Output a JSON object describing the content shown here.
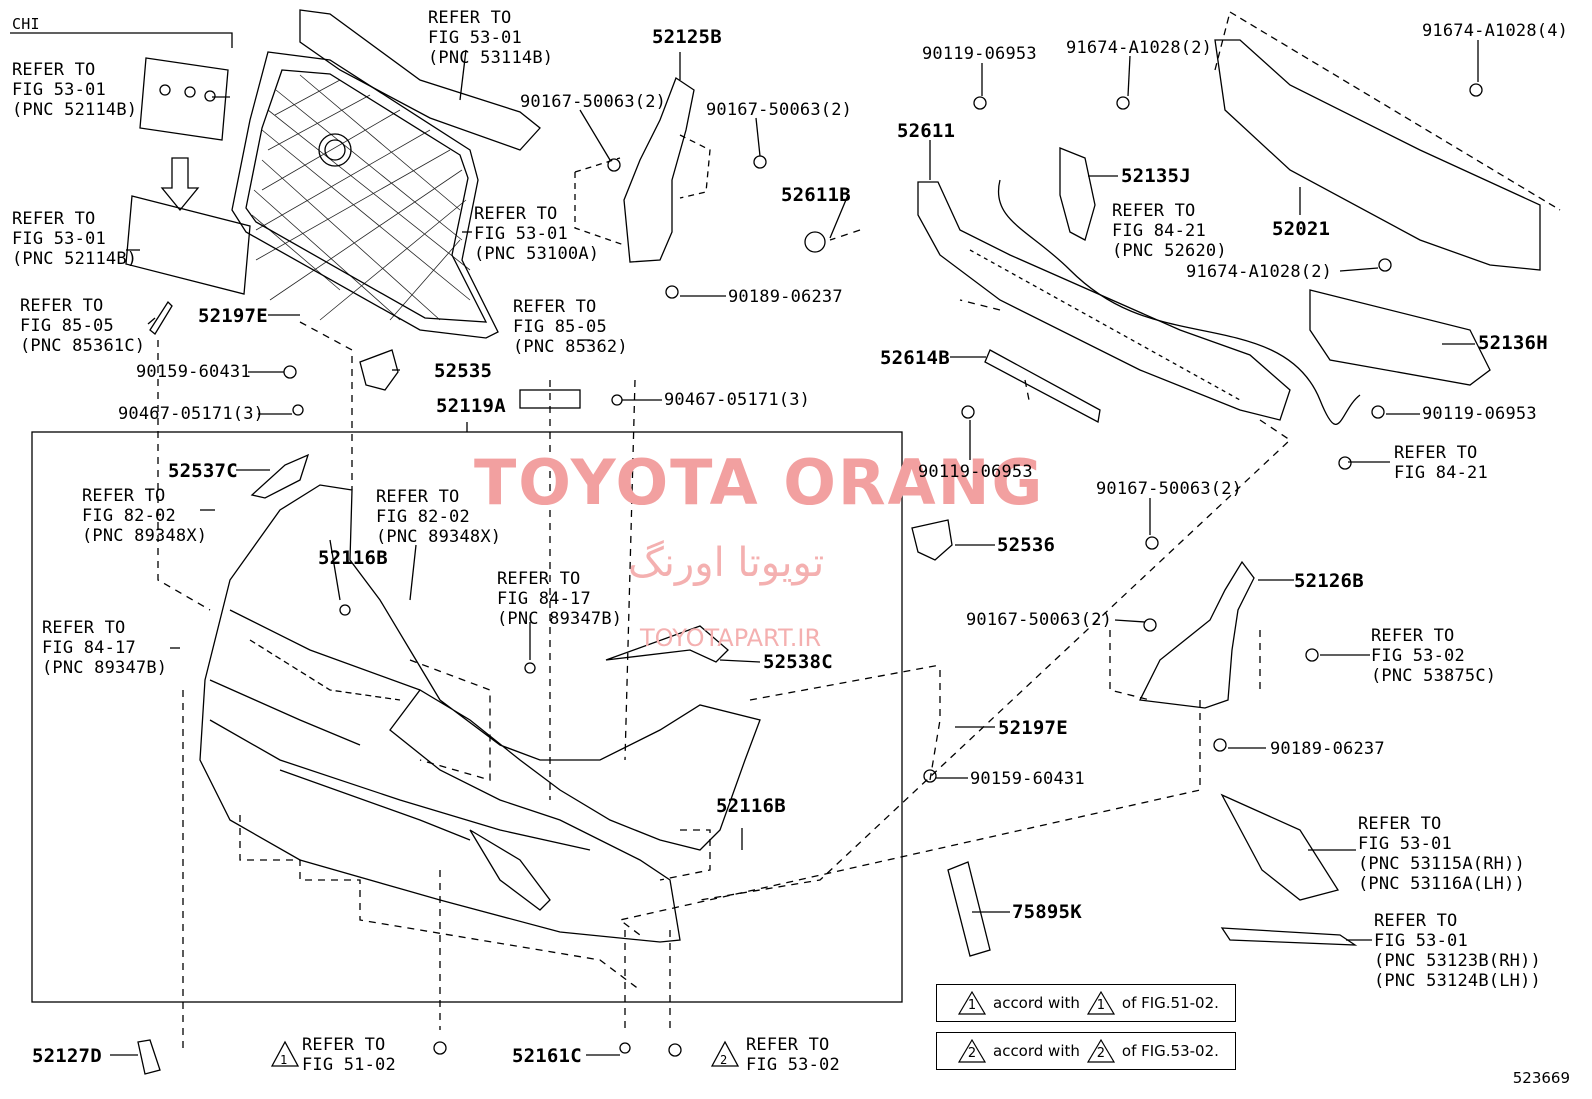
{
  "top_left_tag": "CHI",
  "watermark": {
    "title": "TOYOTA ORANG",
    "persian": "تویوتا اورنگ",
    "site": "TOYOTAPART.IR"
  },
  "labels": {
    "ref_53_01_52114b_a": [
      "REFER TO",
      "FIG 53-01",
      "(PNC 52114B)"
    ],
    "ref_53_01_52114b_b": [
      "REFER TO",
      "FIG 53-01",
      "(PNC 52114B)"
    ],
    "ref_85_05_85361c": [
      "REFER TO",
      "FIG 85-05",
      "(PNC 85361C)"
    ],
    "ref_53_01_53114b": [
      "REFER TO",
      "FIG 53-01",
      "(PNC 53114B)"
    ],
    "ref_53_01_53100a": [
      "REFER TO",
      "FIG 53-01",
      "(PNC 53100A)"
    ],
    "ref_85_05_85362": [
      "REFER TO",
      "FIG 85-05",
      "(PNC 85362)"
    ],
    "ref_82_02_89348x_a": [
      "REFER TO",
      "FIG 82-02",
      "(PNC 89348X)"
    ],
    "ref_82_02_89348x_b": [
      "REFER TO",
      "FIG 82-02",
      "(PNC 89348X)"
    ],
    "ref_84_17_89347b_a": [
      "REFER TO",
      "FIG 84-17",
      "(PNC 89347B)"
    ],
    "ref_84_17_89347b_b": [
      "REFER TO",
      "FIG 84-17",
      "(PNC 89347B)"
    ],
    "ref_84_21_52620": [
      "REFER TO",
      "FIG 84-21",
      "(PNC 52620)"
    ],
    "ref_84_21": [
      "REFER TO",
      "FIG 84-21"
    ],
    "ref_53_02_53875c": [
      "REFER TO",
      "FIG 53-02",
      "(PNC 53875C)"
    ],
    "ref_53_01_53115a": [
      "REFER TO",
      "FIG 53-01",
      "(PNC 53115A(RH))",
      "(PNC 53116A(LH))"
    ],
    "ref_53_01_53123b": [
      "REFER TO",
      "FIG 53-01",
      "(PNC 53123B(RH))",
      "(PNC 53124B(LH))"
    ],
    "ref_51_02": [
      "REFER TO",
      "FIG 51-02"
    ],
    "ref_53_02": [
      "REFER TO",
      "FIG 53-02"
    ]
  },
  "parts": {
    "p52125b": "52125B",
    "p90167_50063_2_a": "90167-50063(2)",
    "p90167_50063_2_b": "90167-50063(2)",
    "p90189_06237_a": "90189-06237",
    "p52197e_a": "52197E",
    "p90159_60431_a": "90159-60431",
    "p90467_05171_3_a": "90467-05171(3)",
    "p52535": "52535",
    "p52119a": "52119A",
    "p90467_05171_3_b": "90467-05171(3)",
    "p52537c": "52537C",
    "p52116b_a": "52116B",
    "p52538c": "52538C",
    "p52197e_b": "52197E",
    "p90159_60431_b": "90159-60431",
    "p52116b_b": "52116B",
    "p90119_06953_a": "90119-06953",
    "p91674_a1028_2_a": "91674-A1028(2)",
    "p91674_a1028_4": "91674-A1028(4)",
    "p52611": "52611",
    "p52135j": "52135J",
    "p52611b": "52611B",
    "p52021": "52021",
    "p91674_a1028_2_b": "91674-A1028(2)",
    "p52136h": "52136H",
    "p52614b": "52614B",
    "p90119_06953_b": "90119-06953",
    "p90119_06953_c": "90119-06953",
    "p90167_50063_2_c": "90167-50063(2)",
    "p52536": "52536",
    "p52126b": "52126B",
    "p90167_50063_2_d": "90167-50063(2)",
    "p90189_06237_b": "90189-06237",
    "p75895k": "75895K",
    "p52127d": "52127D",
    "p52161c": "52161C"
  },
  "legend": [
    {
      "prefix": "accord with",
      "mark": "1",
      "suffix": "of FIG.51-02."
    },
    {
      "prefix": "accord with",
      "mark": "2",
      "suffix": "of FIG.53-02."
    }
  ],
  "footer_marks": {
    "ref_51_02": "1",
    "ref_53_02": "2"
  },
  "page_number": "523669"
}
